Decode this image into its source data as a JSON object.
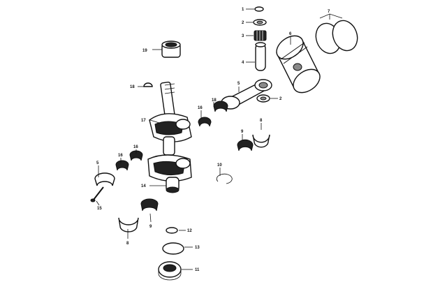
{
  "callouts": {
    "c1": "1",
    "c2a": "2",
    "c2b": "2",
    "c3": "3",
    "c4": "4",
    "c5a": "5",
    "c5b": "5",
    "c6": "6",
    "c7": "7",
    "c8a": "8",
    "c8b": "8",
    "c9a": "9",
    "c9b": "9",
    "c10": "10",
    "c11": "11",
    "c12": "12",
    "c13": "13",
    "c14": "14",
    "c15": "15",
    "c16a": "16",
    "c16b": "16",
    "c16c": "16",
    "c17": "17",
    "c18a": "18",
    "c18b": "18",
    "c19": "19"
  }
}
